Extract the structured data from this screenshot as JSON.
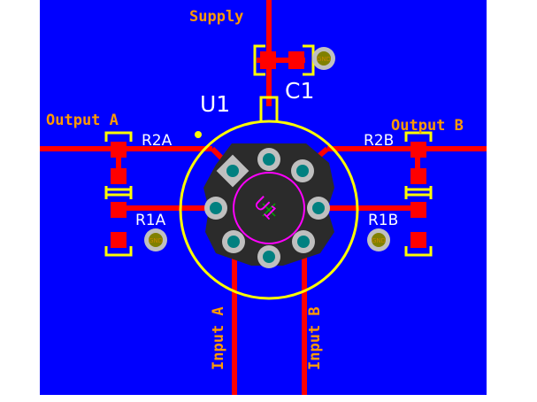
{
  "colors": {
    "board": "#0000ff",
    "copper_top": "#ff0000",
    "silkscreen": "#ffff00",
    "labels": "#ff9900",
    "keepout": "#2b2b2b",
    "pad_ring": "#bfbfbf",
    "pad_hole": "#008080",
    "courtyard": "#ff00ff",
    "gnd_ring": "#c0c0c0",
    "gnd_text": "#c88800"
  },
  "labels": {
    "supply": "Supply",
    "output_a": "Output A",
    "output_b": "Output B",
    "input_a": "Input A",
    "input_b": "Input B"
  },
  "designators": {
    "u1": "U1",
    "u1_body": "U1",
    "c1": "C1",
    "r2a": "R2A",
    "r2b": "R2B",
    "r1a": "R1A",
    "r1b": "R1B"
  },
  "gnd_vias": {
    "c1": "GND",
    "r1a": "GND",
    "r1b": "GND"
  }
}
